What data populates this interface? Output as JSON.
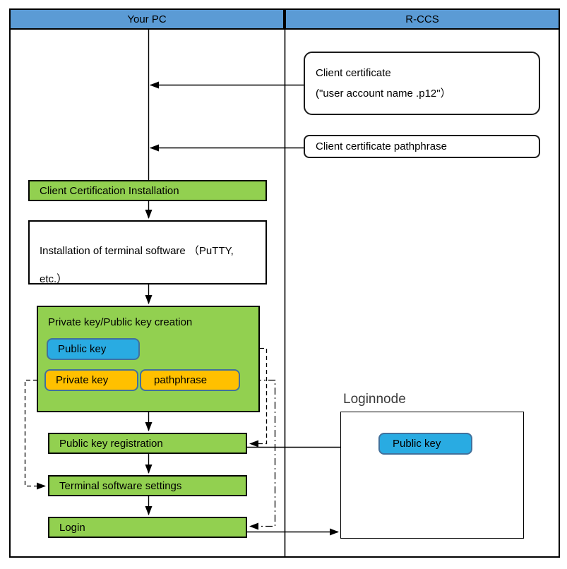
{
  "headers": {
    "left": "Your PC",
    "right": "R-CCS"
  },
  "your_pc": {
    "client_cert_install": "Client Certification Installation",
    "terminal_install_line1": "Installation of terminal software （PuTTY,",
    "terminal_install_line2": "etc.）",
    "key_creation_title": "Private key/Public key creation",
    "public_key": "Public key",
    "private_key": "Private key",
    "pathphrase": "pathphrase",
    "public_key_registration": "Public key registration",
    "terminal_settings": "Terminal software settings",
    "login": "Login"
  },
  "rccs": {
    "client_certificate_line1": "Client certificate",
    "client_certificate_line2": "(\"user account name .p12\"）",
    "client_certificate_pathphrase": "Client certificate pathphrase",
    "loginnode_title": "Loginnode",
    "loginnode_public_key": "Public key"
  },
  "colors": {
    "header_fill": "#5B9BD5",
    "process_green": "#92D050",
    "key_blue": "#29ABE2",
    "key_orange": "#FFC000",
    "chip_outline": "#41719C",
    "line_color": "#000000"
  }
}
